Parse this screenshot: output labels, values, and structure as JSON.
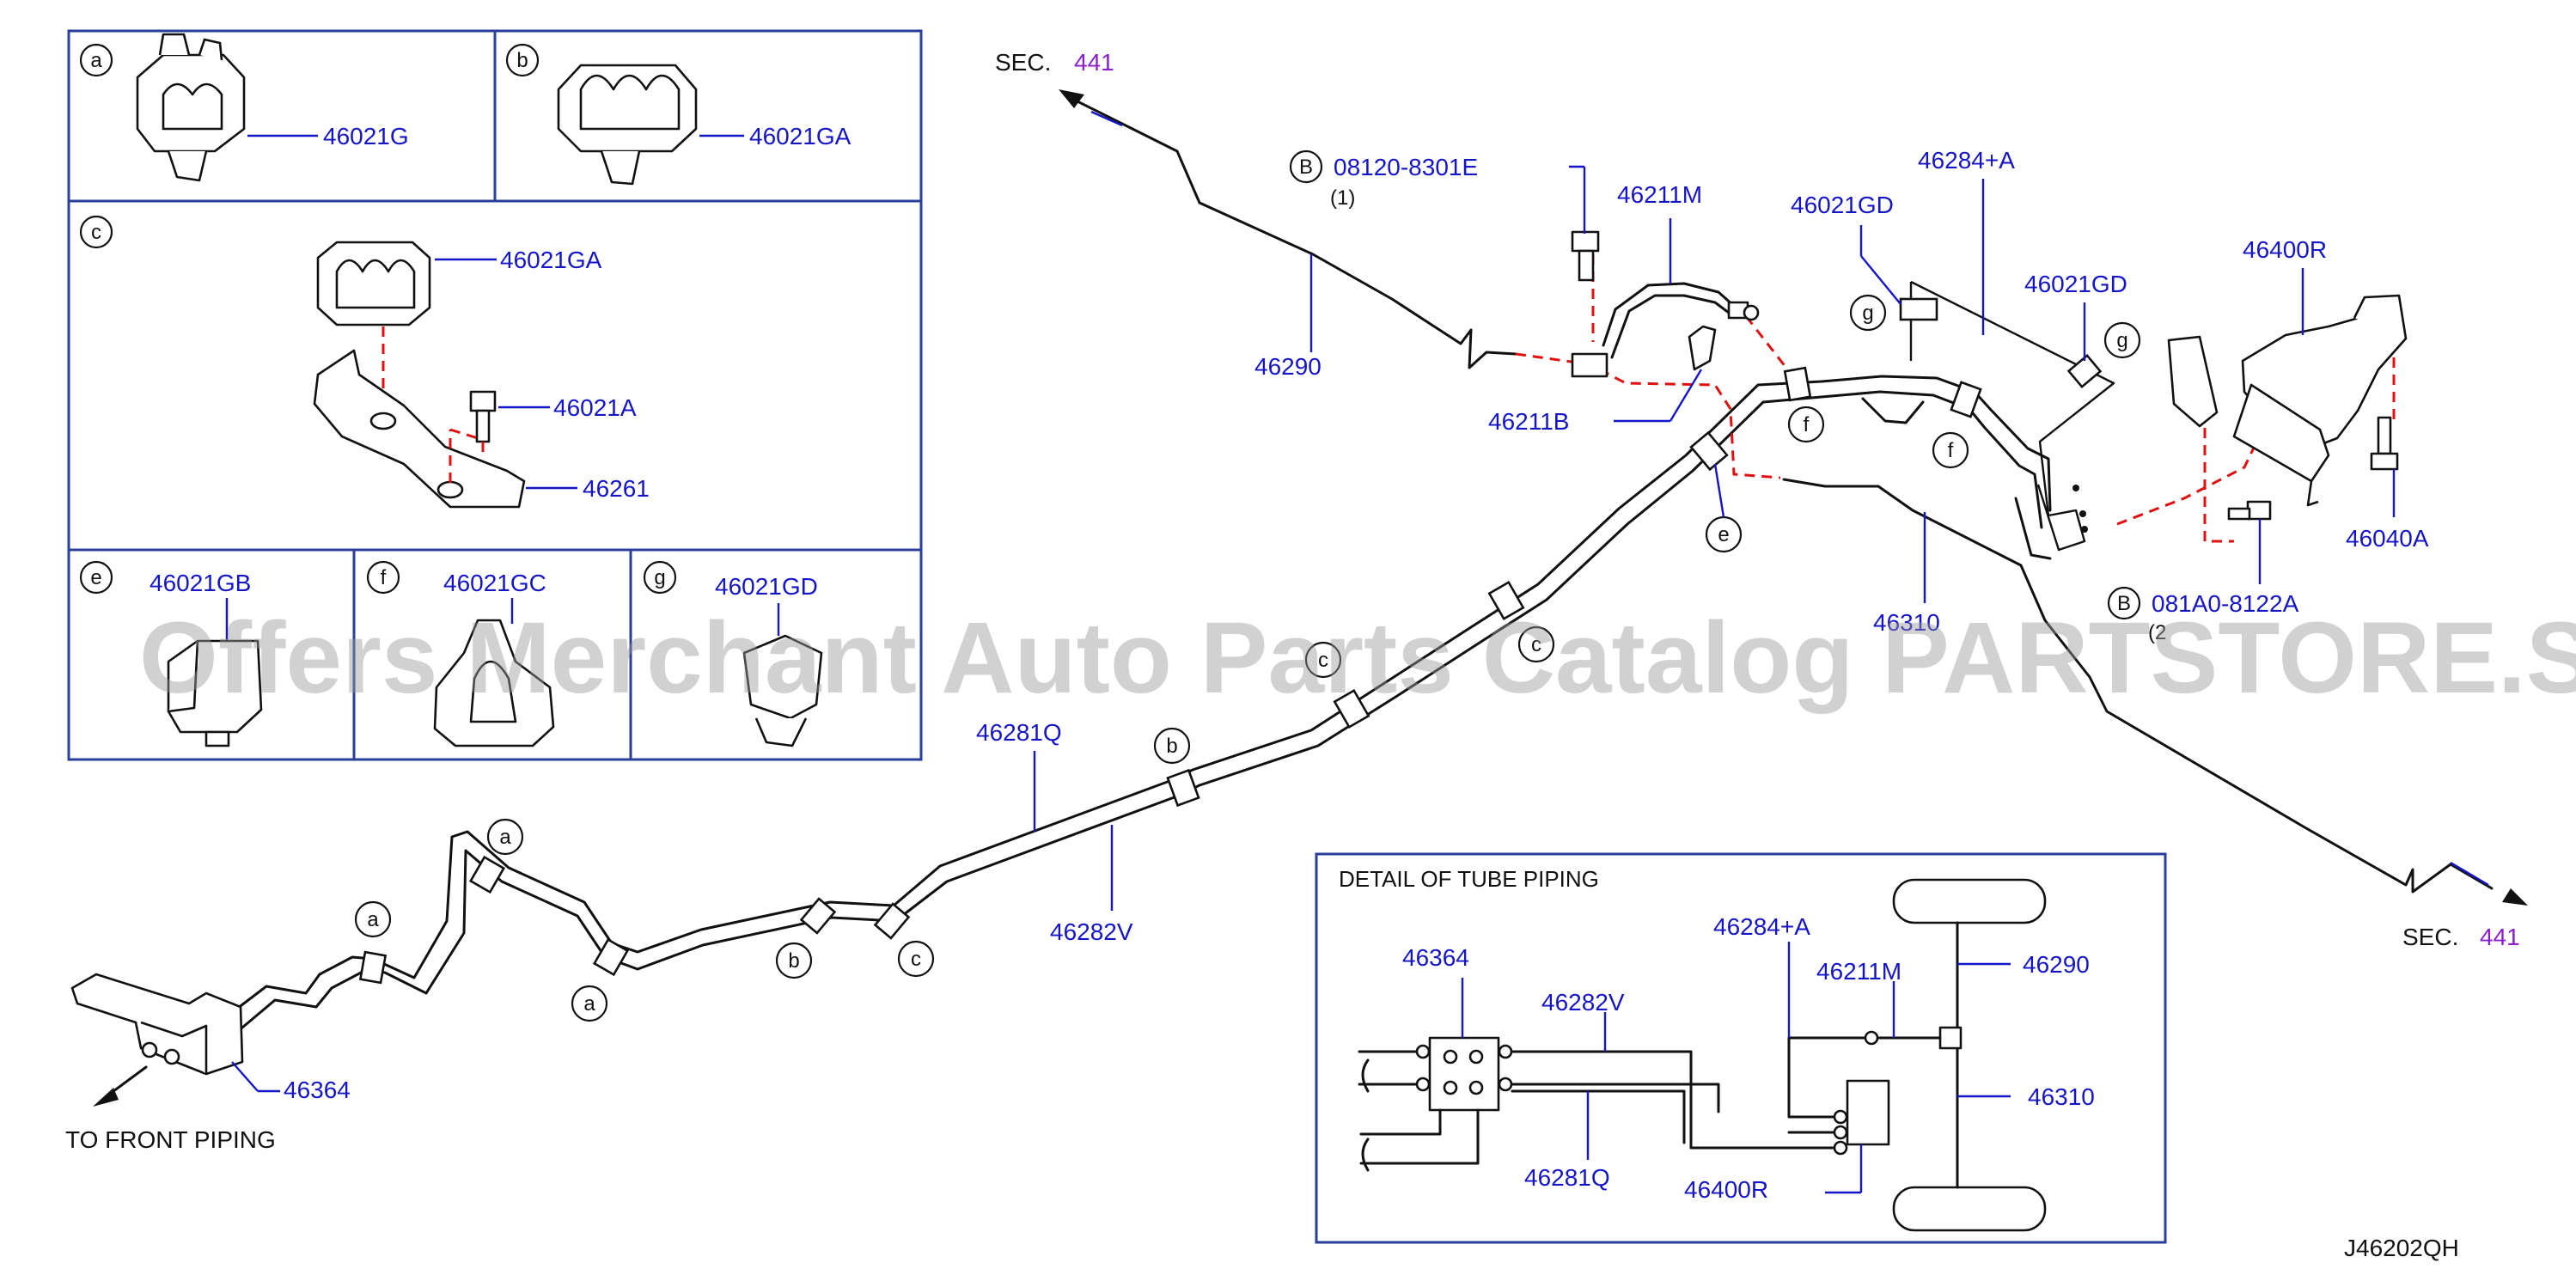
{
  "diagram": {
    "drawing_code": "J46202QH",
    "watermark": "Offers Merchant Auto Parts Catalog PARTSTORE.SA",
    "sections": [
      {
        "label": "SEC.",
        "number": "441"
      },
      {
        "label": "SEC.",
        "number": "441"
      }
    ],
    "front_piping_label": "TO  FRONT  PIPING",
    "bolt_callouts": [
      {
        "prefix": "B",
        "part": "08120-8301E",
        "qty": "(1)"
      },
      {
        "prefix": "B",
        "part": "081A0-8122A",
        "qty": "(2"
      }
    ],
    "main_parts": {
      "p46290": "46290",
      "p46211M": "46211M",
      "p46211B": "46211B",
      "p46021GD_a": "46021GD",
      "p46021GD_b": "46021GD",
      "p46284A": "46284+A",
      "p46400R": "46400R",
      "p46040A": "46040A",
      "p46310": "46310",
      "p46281Q": "46281Q",
      "p46282V": "46282V",
      "p46364": "46364"
    },
    "clip_panels": {
      "a": {
        "letter": "a",
        "part": "46021G"
      },
      "b": {
        "letter": "b",
        "part": "46021GA"
      },
      "c": {
        "letter": "c",
        "part_clip": "46021GA",
        "part_bolt": "46021A",
        "part_bracket": "46261"
      },
      "e": {
        "letter": "e",
        "part": "46021GB"
      },
      "f": {
        "letter": "f",
        "part": "46021GC"
      },
      "g": {
        "letter": "g",
        "part": "46021GD"
      }
    },
    "clip_letters": {
      "a1": "a",
      "a2": "a",
      "a3": "a",
      "b1": "b",
      "b2": "b",
      "c1": "c",
      "c2": "c",
      "c3": "c",
      "e1": "e",
      "f1": "f",
      "f2": "f",
      "g1": "g",
      "g2": "g"
    },
    "detail": {
      "title": "DETAIL  OF  TUBE  PIPING",
      "labels": {
        "p46364": "46364",
        "p46282V": "46282V",
        "p46284A": "46284+A",
        "p46211M": "46211M",
        "p46290": "46290",
        "p46310": "46310",
        "p46281Q": "46281Q",
        "p46400R": "46400R"
      }
    }
  }
}
